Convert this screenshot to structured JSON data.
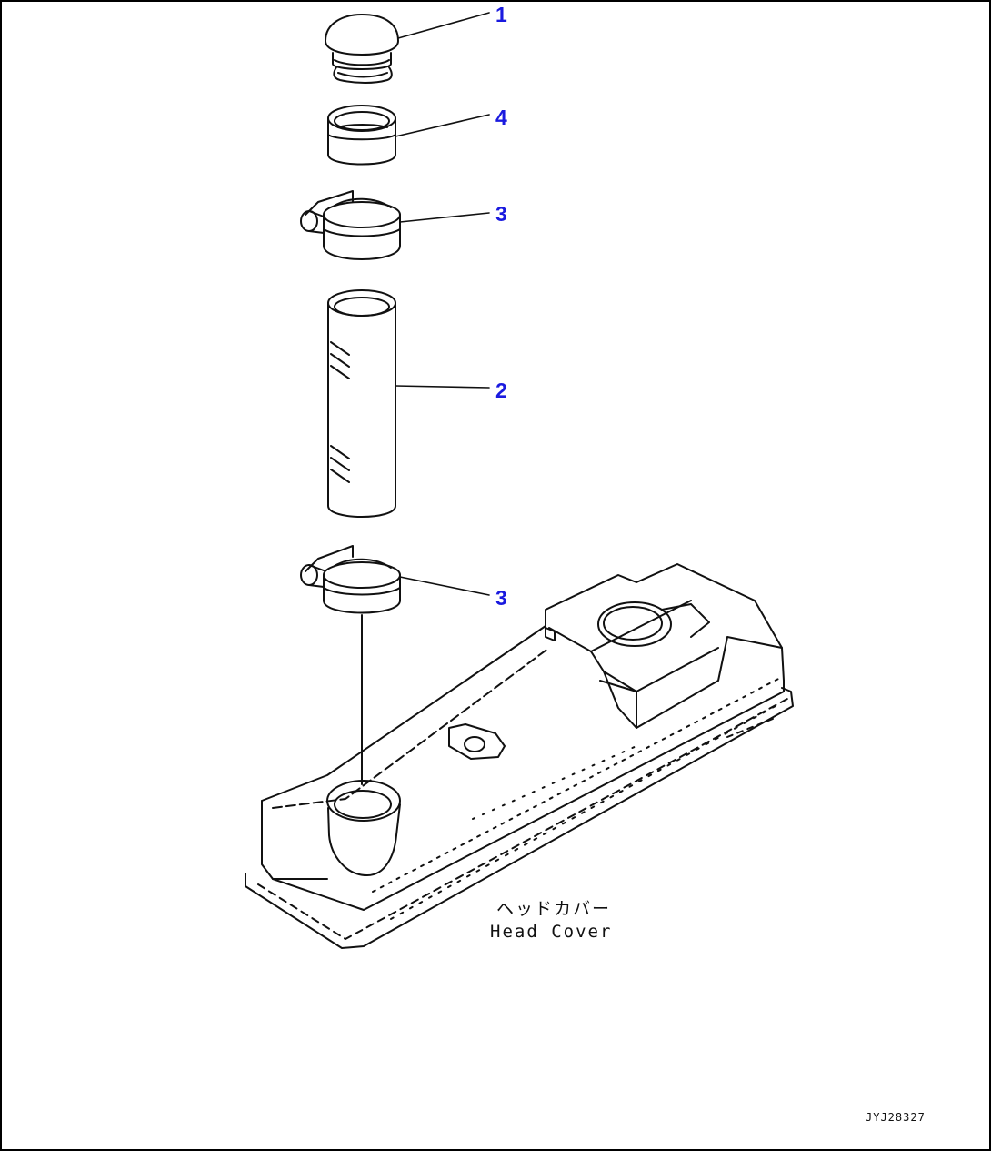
{
  "colors": {
    "line": "#111111",
    "callout": "#1a1adf",
    "background": "#ffffff"
  },
  "callouts": {
    "c1": "1",
    "c4": "4",
    "c3_top": "3",
    "c2": "2",
    "c3_bottom": "3"
  },
  "head_cover_label": {
    "japanese": "ヘッドカバー",
    "english": "Head Cover"
  },
  "drawing_code": "JYJ28327"
}
